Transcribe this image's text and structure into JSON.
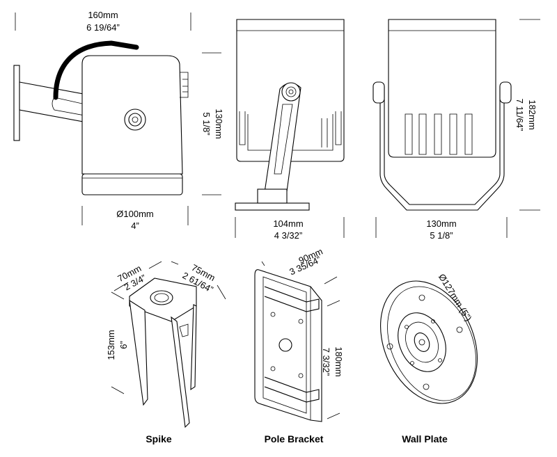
{
  "views": {
    "side": {
      "width_mm": "160mm",
      "width_in": "6 19/64”",
      "height_mm": "130mm",
      "height_in": "5 1/8”",
      "diameter_mm": "Ø100mm",
      "diameter_in": "4”"
    },
    "front": {
      "width_mm": "104mm",
      "width_in": "4 3/32”"
    },
    "back": {
      "width_mm": "130mm",
      "width_in": "5 1/8”",
      "height_mm": "182mm",
      "height_in": "7 11/64”"
    }
  },
  "accessories": {
    "spike": {
      "caption": "Spike",
      "dim_a_mm": "70mm",
      "dim_a_in": "2 3/4”",
      "dim_b_mm": "75mm",
      "dim_b_in": "2 61/64”",
      "height_mm": "153mm",
      "height_in": "6”"
    },
    "pole_bracket": {
      "caption": "Pole Bracket",
      "width_mm": "90mm",
      "width_in": "3 35/64”",
      "height_mm": "180mm",
      "height_in": "7 3/32”"
    },
    "wall_plate": {
      "caption": "Wall Plate",
      "diameter": "Ø127mm (5”)"
    }
  }
}
